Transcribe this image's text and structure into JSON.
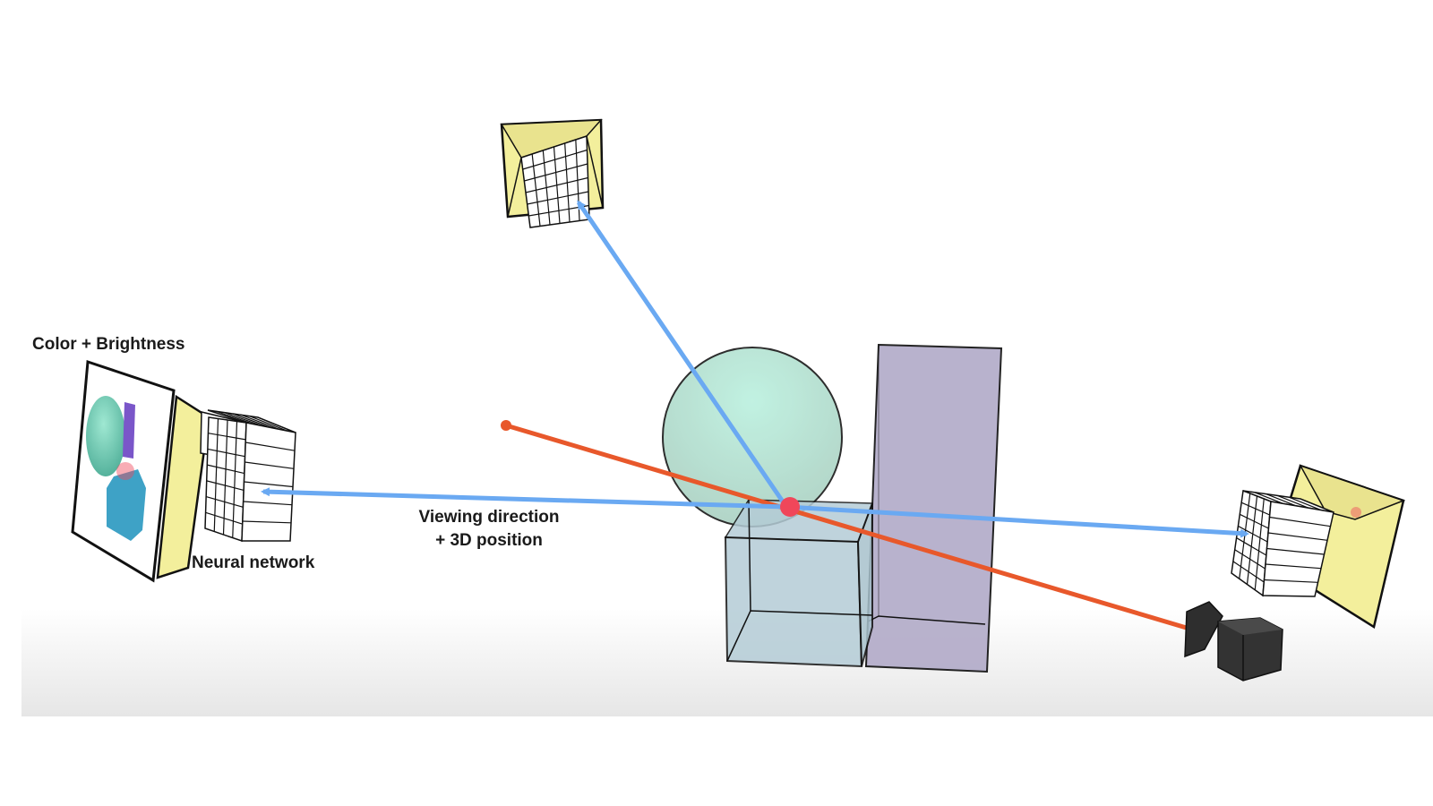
{
  "labels": {
    "output": "Color + Brightness",
    "input_line1": "Viewing direction",
    "input_line2": "+ 3D position",
    "network": "Neural network"
  },
  "colors": {
    "view_ray": "#e8582b",
    "sample_ray": "#6aa9f2",
    "sample_point": "#f0475a",
    "grid_screen": "#f3ef9c",
    "sphere": "#b6ead8",
    "box": "#b4ccd6",
    "pillar": "#b3acc9",
    "camera": "#2e2e2e"
  }
}
